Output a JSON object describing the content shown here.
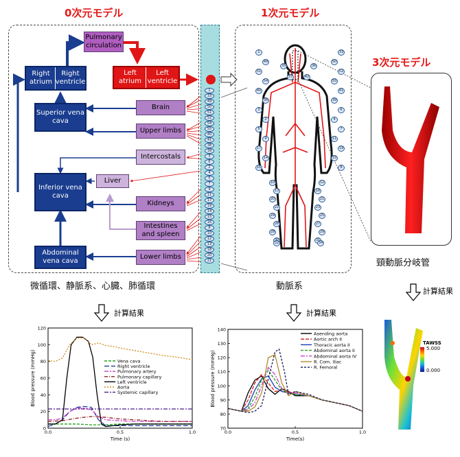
{
  "titles": {
    "zero_d": "0次元モデル",
    "one_d": "1次元モデル",
    "three_d": "3次元モデル"
  },
  "boxes": {
    "pulmonary": "Pulmonary circulation",
    "right_atrium": "Right atrium",
    "right_ventricle": "Right ventricle",
    "left_atrium": "Left atrium",
    "left_ventricle": "Left ventricle",
    "superior_vc": "Superior vena cava",
    "inferior_vc": "Inferior vena cava",
    "abdominal_vc": "Abdominal vena cava",
    "brain": "Brain",
    "upper_limbs": "Upper limbs",
    "intercostals": "Intercostals",
    "liver": "Liver",
    "kidneys": "Kidneys",
    "intestines": "Intestines and spleen",
    "lower_limbs": "Lower limbs"
  },
  "captions": {
    "zero_d": "微循環、静脈系、心臓、肺循環",
    "one_d": "動脈系",
    "three_d": "頸動脈分岐管",
    "result1": "計算結果",
    "result2": "計算結果",
    "result3": "計算結果"
  },
  "taws": {
    "title": "TAWSS",
    "max": "5.000",
    "min": "0.000",
    "colors": [
      "#c4001e",
      "#ff6a00",
      "#ffd400",
      "#66e03a",
      "#19c2d6",
      "#1a5ad8",
      "#0a1c96"
    ]
  },
  "vessel_numbers": [
    "1",
    "33",
    "49",
    "50",
    "51",
    "52",
    "54",
    "55",
    "40",
    "41",
    "38",
    "39",
    "3",
    "6",
    "2",
    "4",
    "5",
    "7",
    "9",
    "11",
    "17",
    "19",
    "14",
    "15",
    "16",
    "8",
    "10",
    "12",
    "13",
    "18",
    "20",
    "21",
    "22",
    "23",
    "24",
    "25",
    "26",
    "27",
    "28",
    "29",
    "30",
    "31",
    "32",
    "34",
    "35",
    "36",
    "37",
    "42",
    "43",
    "44",
    "45",
    "46",
    "47",
    "48"
  ],
  "chart_data": [
    {
      "type": "line",
      "xlabel": "Time (s)",
      "ylabel": "Blood pressure (mmHg)",
      "xlim": [
        0,
        1.0
      ],
      "ylim": [
        0,
        120
      ],
      "xticks": [
        "0.0",
        "0.5",
        "1.0"
      ],
      "yticks": [
        "0",
        "20",
        "40",
        "60",
        "80",
        "100",
        "120"
      ],
      "legend_position": "right",
      "series": [
        {
          "name": "Vena cava",
          "color": "#1aa01a",
          "dash": "4,2",
          "x": [
            0,
            0.1,
            0.2,
            0.3,
            0.4,
            0.5,
            0.6,
            0.7,
            0.8,
            0.9,
            1.0
          ],
          "y": [
            5,
            5,
            5,
            4,
            4,
            5,
            5,
            5,
            5,
            5,
            5
          ]
        },
        {
          "name": "Right ventricle",
          "color": "#1a3d9f",
          "dash": "7,3",
          "x": [
            0,
            0.05,
            0.1,
            0.15,
            0.2,
            0.25,
            0.3,
            0.35,
            0.4,
            0.45,
            0.6,
            0.8,
            1.0
          ],
          "y": [
            2,
            5,
            10,
            20,
            25,
            26,
            25,
            10,
            3,
            3,
            3,
            3,
            3
          ]
        },
        {
          "name": "Pulmonary artery",
          "color": "#c83ac8",
          "dash": "6,2,2,2",
          "x": [
            0,
            0.05,
            0.1,
            0.15,
            0.2,
            0.25,
            0.3,
            0.35,
            0.4,
            0.5,
            0.6,
            0.8,
            1.0
          ],
          "y": [
            10,
            10,
            12,
            20,
            24,
            24,
            22,
            14,
            10,
            9,
            8,
            8,
            8
          ]
        },
        {
          "name": "Pulmonary capillary",
          "color": "#8a1a1a",
          "dash": "5,2,1,2",
          "x": [
            0,
            0.1,
            0.2,
            0.3,
            0.4,
            0.5,
            0.6,
            0.7,
            0.8,
            1.0
          ],
          "y": [
            8,
            9,
            12,
            14,
            13,
            11,
            10,
            9,
            8,
            8
          ]
        },
        {
          "name": "Left ventricle",
          "color": "#000000",
          "dash": "",
          "x": [
            0,
            0.05,
            0.1,
            0.13,
            0.16,
            0.2,
            0.24,
            0.28,
            0.31,
            0.34,
            0.37,
            0.4,
            0.45,
            0.5,
            0.6,
            0.8,
            1.0
          ],
          "y": [
            5,
            5,
            10,
            60,
            100,
            109,
            109,
            104,
            85,
            40,
            5,
            2,
            3,
            4,
            5,
            5,
            5
          ]
        },
        {
          "name": "Aorta",
          "color": "#d08a14",
          "dash": "2,2",
          "x": [
            0,
            0.05,
            0.1,
            0.15,
            0.2,
            0.25,
            0.3,
            0.35,
            0.4,
            0.45,
            0.5,
            0.6,
            0.7,
            0.8,
            0.9,
            1.0
          ],
          "y": [
            81,
            80,
            84,
            100,
            108,
            108,
            100,
            102,
            99,
            98,
            96,
            93,
            90,
            87,
            85,
            82
          ]
        },
        {
          "name": "Systemic capillary",
          "color": "#4a1a8a",
          "dash": "6,2,2,2",
          "x": [
            0,
            0.5,
            1.0
          ],
          "y": [
            23,
            23,
            23
          ]
        }
      ]
    },
    {
      "type": "line",
      "xlabel": "Time(s)",
      "ylabel": "Blood pressure (mmHg)",
      "xlim": [
        0,
        1.0
      ],
      "ylim": [
        70,
        140
      ],
      "xticks": [
        "0.0",
        "0.5",
        "1.0"
      ],
      "yticks": [
        "70",
        "80",
        "90",
        "100",
        "110",
        "120",
        "130",
        "140"
      ],
      "legend_position": "top-right",
      "series": [
        {
          "name": "Asending aorta",
          "color": "#000000",
          "dash": "",
          "x": [
            0,
            0.1,
            0.15,
            0.2,
            0.25,
            0.3,
            0.35,
            0.4,
            0.45,
            0.5,
            0.6,
            0.7,
            0.8,
            0.9,
            1.0
          ],
          "y": [
            84,
            82,
            95,
            104,
            107,
            98,
            94,
            98,
            96,
            93,
            93,
            90,
            88,
            86,
            82
          ]
        },
        {
          "name": "Aortic arch II",
          "color": "#d01a1a",
          "dash": "5,2",
          "x": [
            0,
            0.1,
            0.15,
            0.2,
            0.25,
            0.3,
            0.35,
            0.4,
            0.45,
            0.5,
            0.6,
            0.7,
            0.8,
            0.9,
            1.0
          ],
          "y": [
            84,
            82,
            90,
            102,
            108,
            102,
            96,
            97,
            96,
            94,
            93,
            90,
            88,
            86,
            82
          ]
        },
        {
          "name": "Thoracic aorta II",
          "color": "#1a3db0",
          "dash": "",
          "x": [
            0,
            0.1,
            0.15,
            0.2,
            0.25,
            0.3,
            0.35,
            0.4,
            0.45,
            0.5,
            0.6,
            0.7,
            0.8,
            0.9,
            1.0
          ],
          "y": [
            84,
            82,
            86,
            97,
            105,
            107,
            99,
            96,
            95,
            94,
            93,
            90,
            88,
            86,
            82
          ]
        },
        {
          "name": "Abdominal aorta II",
          "color": "#1aa01a",
          "dash": "4,2",
          "x": [
            0,
            0.1,
            0.15,
            0.2,
            0.25,
            0.3,
            0.35,
            0.4,
            0.45,
            0.5,
            0.6,
            0.7,
            0.8,
            0.9,
            1.0
          ],
          "y": [
            84,
            82,
            84,
            92,
            104,
            111,
            104,
            97,
            95,
            94,
            93,
            90,
            88,
            86,
            82
          ]
        },
        {
          "name": "Abdominal aorta IV",
          "color": "#c83ac8",
          "dash": "6,2,2,2",
          "x": [
            0,
            0.1,
            0.15,
            0.2,
            0.25,
            0.3,
            0.35,
            0.4,
            0.45,
            0.5,
            0.6,
            0.7,
            0.8,
            0.9,
            1.0
          ],
          "y": [
            84,
            82,
            83,
            88,
            100,
            113,
            108,
            98,
            95,
            95,
            93,
            90,
            88,
            86,
            82
          ]
        },
        {
          "name": "R. Com. Iliac",
          "color": "#b08a2a",
          "dash": "",
          "x": [
            0,
            0.1,
            0.15,
            0.2,
            0.25,
            0.3,
            0.35,
            0.4,
            0.45,
            0.5,
            0.6,
            0.7,
            0.8,
            0.9,
            1.0
          ],
          "y": [
            84,
            82,
            82,
            85,
            95,
            120,
            122,
            102,
            93,
            96,
            93,
            90,
            88,
            86,
            82
          ]
        },
        {
          "name": "R. Femoral",
          "color": "#1a1a5a",
          "dash": "3,2",
          "x": [
            0,
            0.1,
            0.15,
            0.2,
            0.25,
            0.3,
            0.35,
            0.38,
            0.42,
            0.45,
            0.5,
            0.6,
            0.7,
            0.8,
            0.9,
            1.0
          ],
          "y": [
            84,
            82,
            81,
            82,
            86,
            105,
            124,
            126,
            110,
            94,
            96,
            94,
            90,
            88,
            86,
            82
          ]
        }
      ]
    }
  ]
}
